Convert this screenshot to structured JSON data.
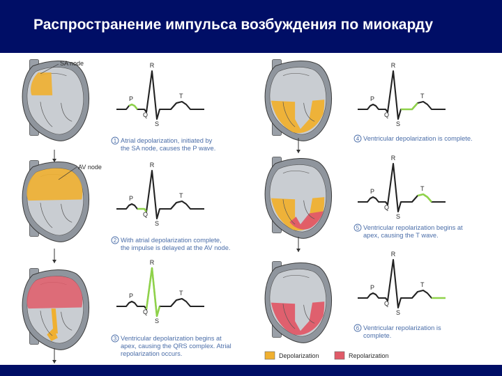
{
  "title": "Распространение импульса возбуждения по миокарду",
  "labels": {
    "sa_node": "SA node",
    "av_node": "AV node"
  },
  "wave_labels": {
    "P": "P",
    "Q": "Q",
    "R": "R",
    "S": "S",
    "T": "T"
  },
  "colors": {
    "depolarization": "#f0b030",
    "repolarization": "#e05a68",
    "highlight": "#8fd24a",
    "header": "#000e66",
    "caption": "#4a6da8"
  },
  "steps": [
    {
      "number": "1",
      "caption": [
        "Atrial depolarization, initiated by",
        "the SA node, causes the P wave."
      ],
      "highlight": "P"
    },
    {
      "number": "2",
      "caption": [
        "With atrial depolarization complete,",
        "the impulse is delayed at the AV node."
      ],
      "highlight": "PQ"
    },
    {
      "number": "3",
      "caption": [
        "Ventricular depolarization begins at",
        "apex, causing the QRS complex. Atrial",
        "repolarization occurs."
      ],
      "highlight": "QRS"
    },
    {
      "number": "4",
      "caption": [
        "Ventricular depolarization is complete."
      ],
      "highlight": "ST"
    },
    {
      "number": "5",
      "caption": [
        "Ventricular repolarization begins at",
        "apex, causing the T wave."
      ],
      "highlight": "T"
    },
    {
      "number": "6",
      "caption": [
        "Ventricular repolarization is",
        "complete."
      ],
      "highlight": "after"
    }
  ],
  "legend": [
    {
      "label": "Depolarization",
      "color": "#f0b030"
    },
    {
      "label": "Repolarization",
      "color": "#e05a68"
    }
  ]
}
